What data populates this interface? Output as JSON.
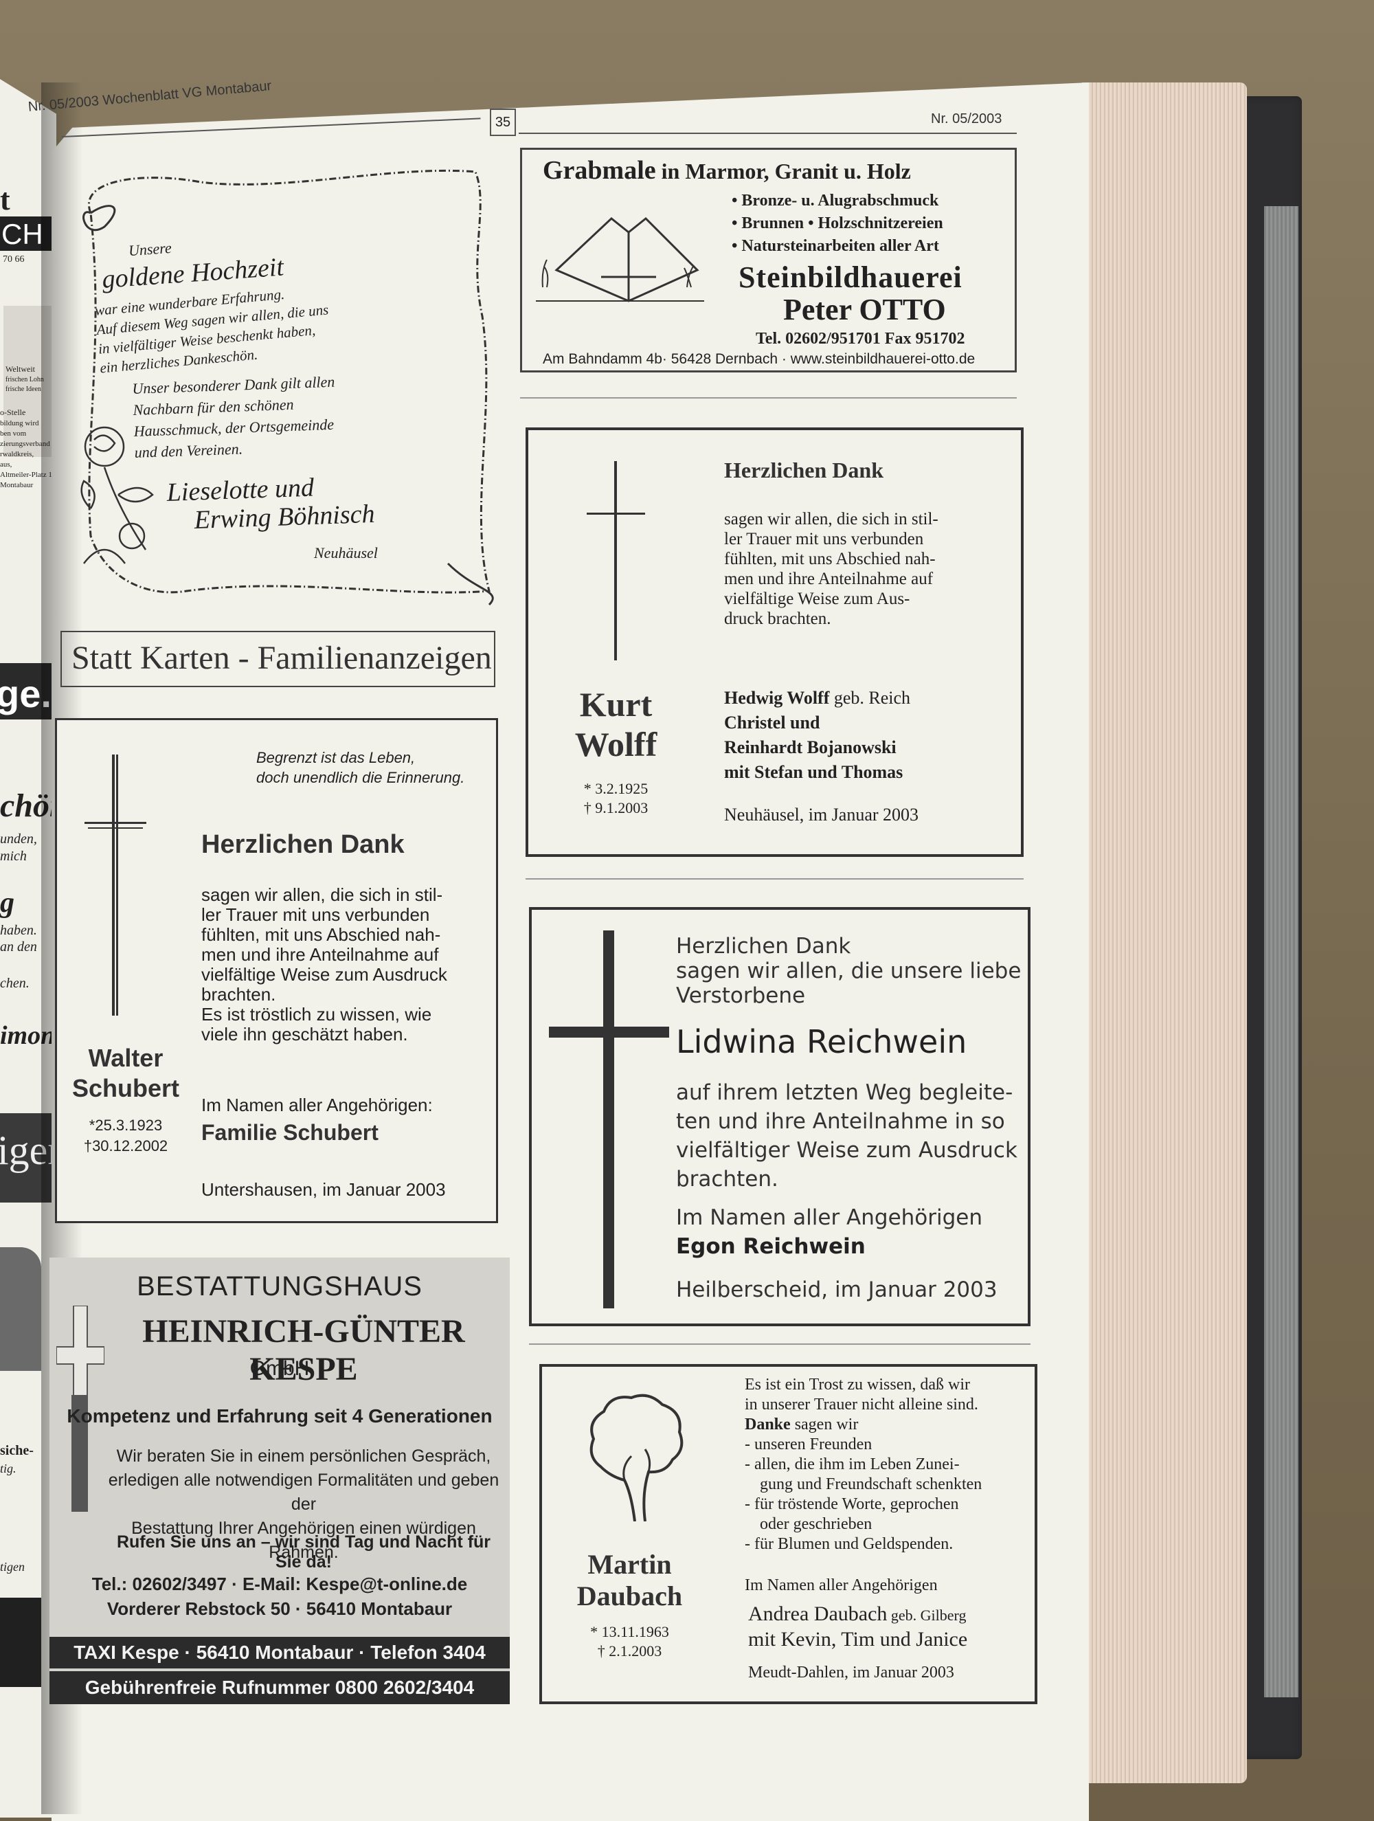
{
  "header": {
    "left": "Nr. 05/2003 Wochenblatt VG Montabaur",
    "page_number": "35",
    "right": "Nr. 05/2003"
  },
  "left_page_fragments": [
    "t",
    "CH",
    "70 66",
    "Weltweit",
    "frischen Lohn",
    "frische Ideen",
    "o-Stelle",
    "bildung wird",
    "ben vom",
    "zierungsverband",
    "rwaldkreis,",
    "aus,",
    "Altmeiler-Platz 1,",
    "Montabaur",
    "ge.de",
    "chön",
    "unden,",
    "mich",
    "g",
    "haben.",
    "an den",
    "chen.",
    "imon",
    "igen",
    "siche-",
    "tig.",
    "tigen"
  ],
  "hochzeit": {
    "line1": "Unsere",
    "line2": "goldene Hochzeit",
    "body": [
      "war eine wunderbare Erfahrung.",
      "Auf diesem Weg sagen wir allen, die uns",
      "in vielfältiger Weise beschenkt haben,",
      "ein herzliches Dankeschön.",
      "Unser besonderer Dank gilt allen",
      "Nachbarn für den schönen",
      "Hausschmuck, der Ortsgemeinde",
      "und den Vereinen."
    ],
    "names": [
      "Lieselotte und",
      "Erwing Böhnisch"
    ],
    "place": "Neuhäusel"
  },
  "statt_karten": "Statt Karten - Familienanzeigen",
  "schubert": {
    "quote": [
      "Begrenzt ist das Leben,",
      "doch unendlich die Erinnerung."
    ],
    "heading": "Herzlichen Dank",
    "body": [
      "sagen wir allen, die sich in stil-",
      "ler Trauer mit uns verbunden",
      "fühlten, mit uns Abschied nah-",
      "men und ihre Anteilnahme auf",
      "vielfältige Weise zum Ausdruck",
      "brachten.",
      "Es ist tröstlich zu wissen, wie",
      "viele ihn geschätzt haben."
    ],
    "name": [
      "Walter",
      "Schubert"
    ],
    "born": "*25.3.1923",
    "died": "†30.12.2002",
    "signoff": "Im Namen aller Angehörigen:",
    "family": "Familie Schubert",
    "place_date": "Untershausen, im Januar 2003"
  },
  "kespe": {
    "title": "BESTATTUNGSHAUS",
    "name": "HEINRICH-GÜNTER KESPE",
    "gmbh": "GmbH",
    "tagline": "Kompetenz und Erfahrung seit 4 Generationen",
    "body": [
      "Wir beraten Sie in einem persönlichen Gespräch,",
      "erledigen alle notwendigen Formalitäten und geben der",
      "Bestattung Ihrer Angehörigen einen würdigen Rahmen."
    ],
    "call": "Rufen Sie uns an – wir sind Tag und Nacht für Sie da!",
    "contact": "Tel.: 02602/3497 · E-Mail: Kespe@t-online.de",
    "address": "Vorderer Rebstock 50 · 56410 Montabaur",
    "taxi": "TAXI Kespe · 56410 Montabaur · Telefon 3404",
    "free": "Gebührenfreie Rufnummer 0800 2602/3404"
  },
  "grabmale": {
    "title_a": "Grabmale",
    "title_b": " in Marmor, Granit u. Holz",
    "bullets": [
      "• Bronze- u. Alugrabschmuck",
      "• Brunnen • Holzschnitzereien",
      "• Natursteinarbeiten aller Art"
    ],
    "company": "Steinbildhauerei",
    "owner": "Peter OTTO",
    "tel": "Tel. 02602/951701 Fax 951702",
    "address": "Am Bahndamm 4b· 56428 Dernbach · www.steinbildhauerei-otto.de"
  },
  "wolff": {
    "heading": "Herzlichen Dank",
    "body": [
      "sagen wir allen, die sich in stil-",
      "ler Trauer mit uns verbunden",
      "fühlten, mit uns Abschied nah-",
      "men und ihre Anteilnahme auf",
      "vielfältige Weise zum Aus-",
      "druck brachten."
    ],
    "name": [
      "Kurt",
      "Wolff"
    ],
    "born": "* 3.2.1925",
    "died": "† 9.1.2003",
    "family_a": "Hedwig Wolff",
    "family_a2": " geb. Reich",
    "family": [
      "Christel und",
      "Reinhardt Bojanowski",
      "mit Stefan und Thomas"
    ],
    "place_date": "Neuhäusel, im Januar 2003"
  },
  "reichwein": {
    "intro": [
      "Herzlichen Dank",
      "sagen wir allen, die unsere liebe",
      "Verstorbene"
    ],
    "name": "Lidwina Reichwein",
    "body": [
      "auf ihrem letzten Weg begleite-",
      "ten und ihre Anteilnahme in so",
      "vielfältiger Weise zum Ausdruck",
      "brachten."
    ],
    "signoff": "Im Namen aller Angehörigen",
    "family": "Egon Reichwein",
    "place_date": "Heilberscheid, im Januar 2003"
  },
  "daubach": {
    "body": [
      "Es ist ein Trost zu wissen, daß wir",
      "in unserer Trauer nicht alleine sind."
    ],
    "danke_bold": "Danke",
    "danke_rest": " sagen wir",
    "list": [
      "- unseren Freunden",
      "- allen, die ihm im Leben Zunei-",
      "gung und Freundschaft schenkten",
      "- für tröstende Worte, geprochen",
      "oder geschrieben",
      "- für Blumen und Geldspenden."
    ],
    "signoff": "Im Namen aller Angehörigen",
    "family_a": "Andrea Daubach",
    "family_a2": " geb. Gilberg",
    "family_b": "mit Kevin, Tim und Janice",
    "place_date": "Meudt-Dahlen, im Januar 2003",
    "name": [
      "Martin",
      "Daubach"
    ],
    "born": "* 13.11.1963",
    "died": "† 2.1.2003"
  }
}
